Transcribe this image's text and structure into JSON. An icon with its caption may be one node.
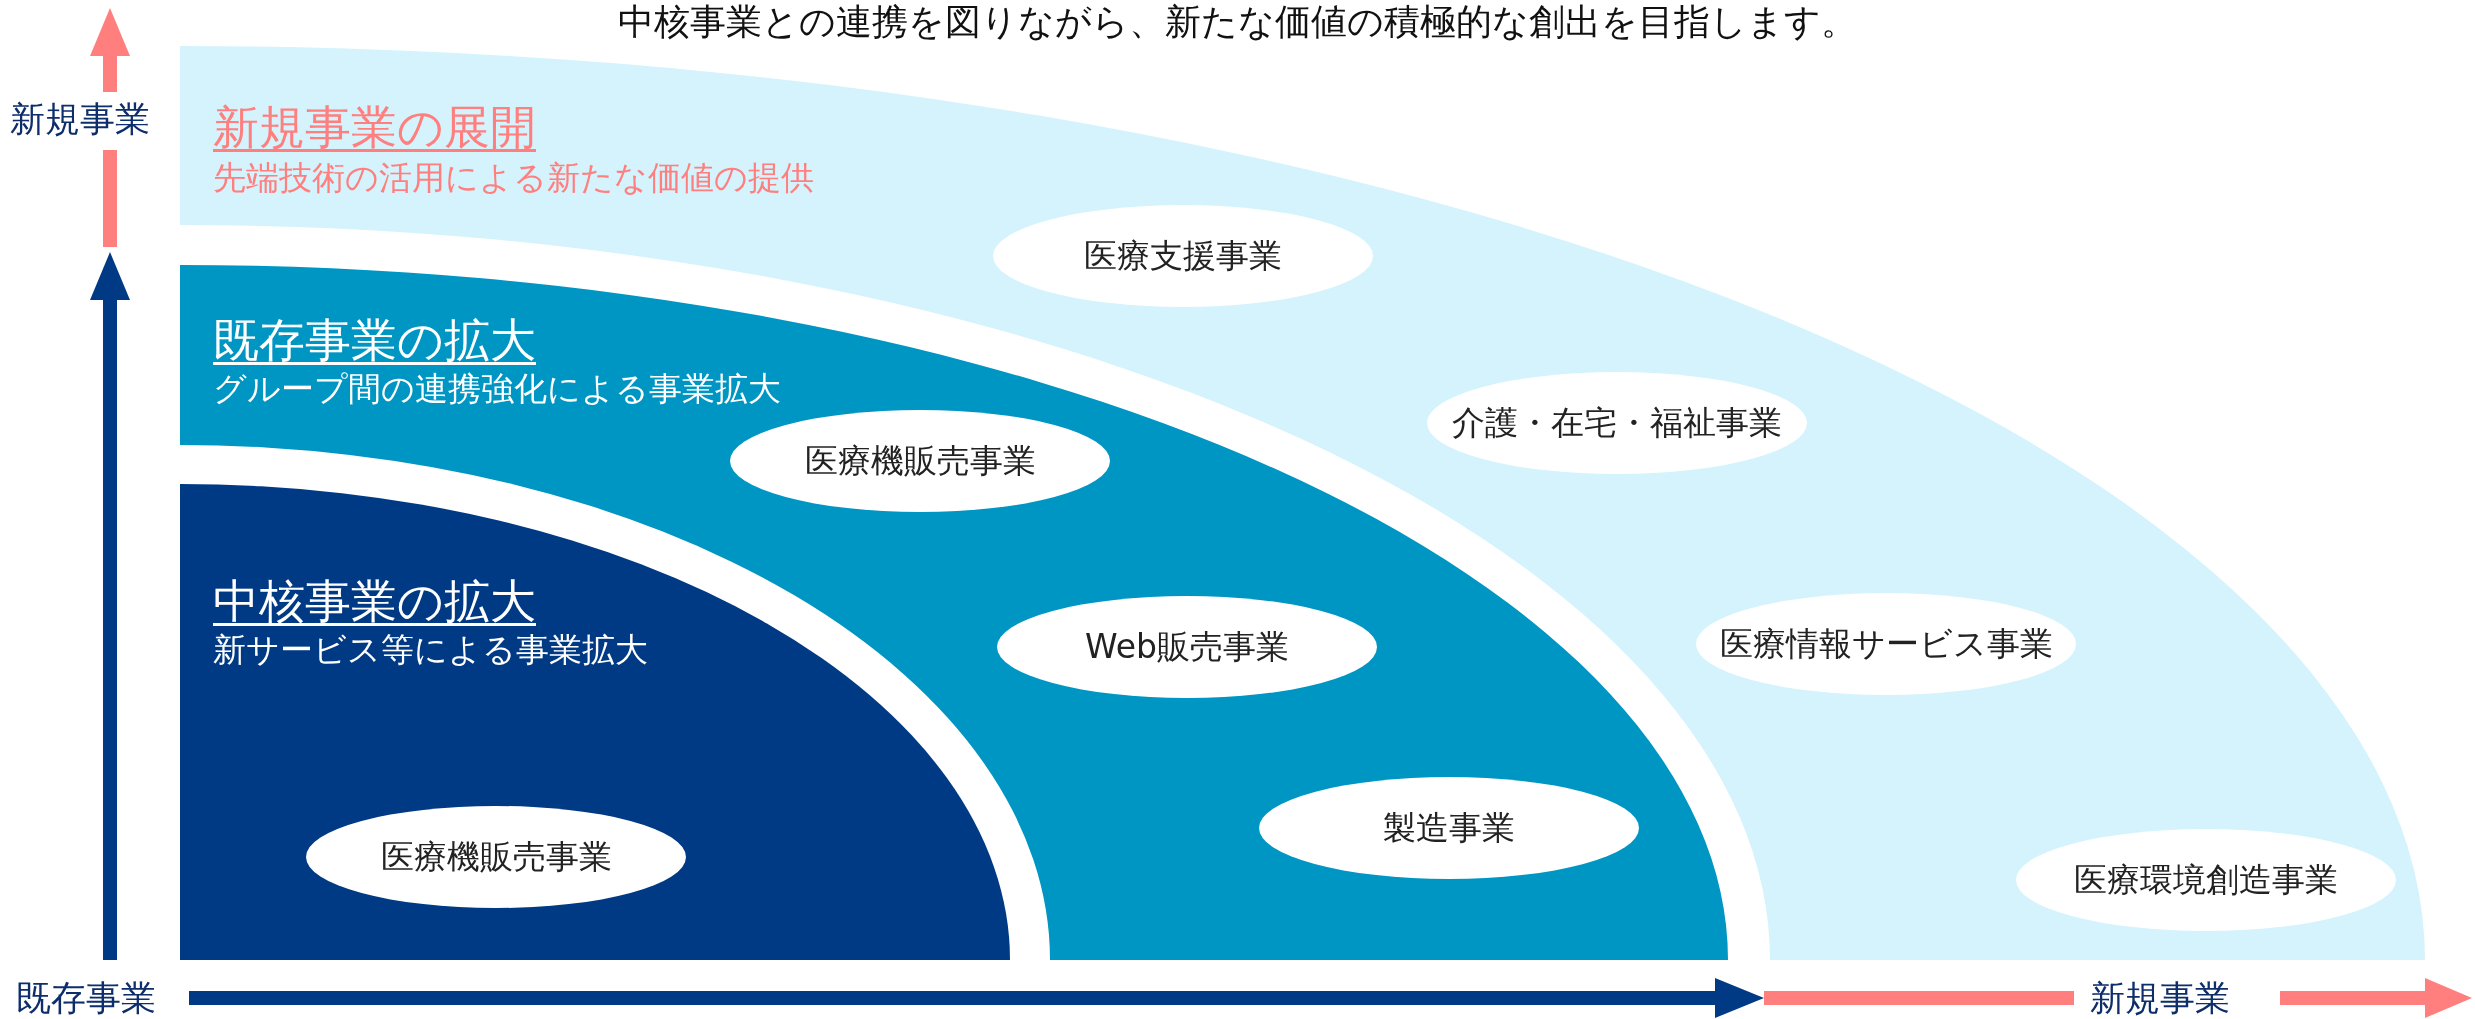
{
  "diagram": {
    "title": "中核事業との連携を図りながら、新たな価値の積極的な創出を目指します。",
    "nodes": [
      {
        "text": [
          "新規事業の展開",
          "先端技術の活用による新たな価値の提供"
        ]
      },
      {
        "text": [
          "医療支援事業"
        ],
        "in": 0
      },
      {
        "text": [
          "介護・在宅・福祉事業"
        ],
        "in": 0
      },
      {
        "text": [
          "医療情報サービス事業"
        ],
        "in": 0
      },
      {
        "text": [
          "医療環境創造事業"
        ],
        "in": 0
      },
      {
        "text": [
          "既存事業の拡大",
          "グループ間の連携強化による事業拡大"
        ]
      },
      {
        "text": [
          "医療機販売事業"
        ],
        "in": 5
      },
      {
        "text": [
          "Web販売事業"
        ],
        "in": 5
      },
      {
        "text": [
          "製造事業"
        ],
        "in": 5
      },
      {
        "text": [
          "中核事業の拡大",
          "新サービス等による事業拡大"
        ]
      },
      {
        "text": [
          "医療機販売事業"
        ],
        "in": 9
      }
    ],
    "edges": [],
    "labels": [
      "新規事業",
      "既存事業",
      "新規事業"
    ]
  }
}
